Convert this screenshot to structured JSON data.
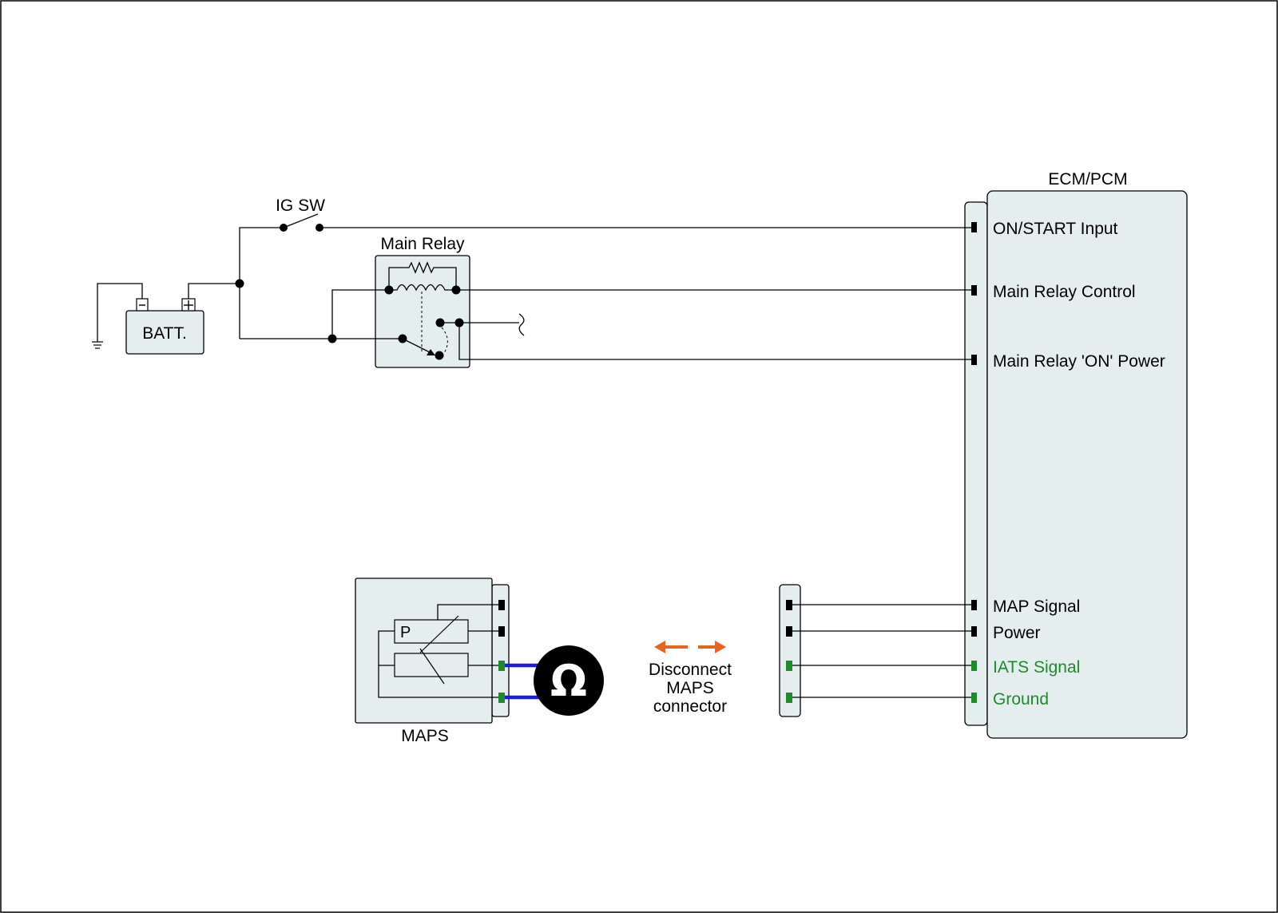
{
  "ecm": {
    "title": "ECM/PCM",
    "pins": {
      "on_start": "ON/START Input",
      "relay_control": "Main Relay Control",
      "relay_on_power": "Main Relay 'ON' Power",
      "map_signal": "MAP Signal",
      "power": "Power",
      "iats_signal": "IATS Signal",
      "ground": "Ground"
    }
  },
  "battery": {
    "label": "BATT.",
    "neg": "-",
    "pos": "+"
  },
  "ig_switch": {
    "label": "IG SW"
  },
  "main_relay": {
    "label": "Main Relay"
  },
  "maps": {
    "label": "MAPS",
    "element": "P"
  },
  "meter": {
    "symbol": "Ω"
  },
  "instruction": {
    "line1": "Disconnect",
    "line2": "MAPS",
    "line3": "connector"
  },
  "colors": {
    "green_pin": "#1e8a2a",
    "green_text": "#1e8a2a",
    "meter_lead": "#1a1ae6",
    "arrow": "#e8651e",
    "component_fill": "#e4eeee"
  }
}
